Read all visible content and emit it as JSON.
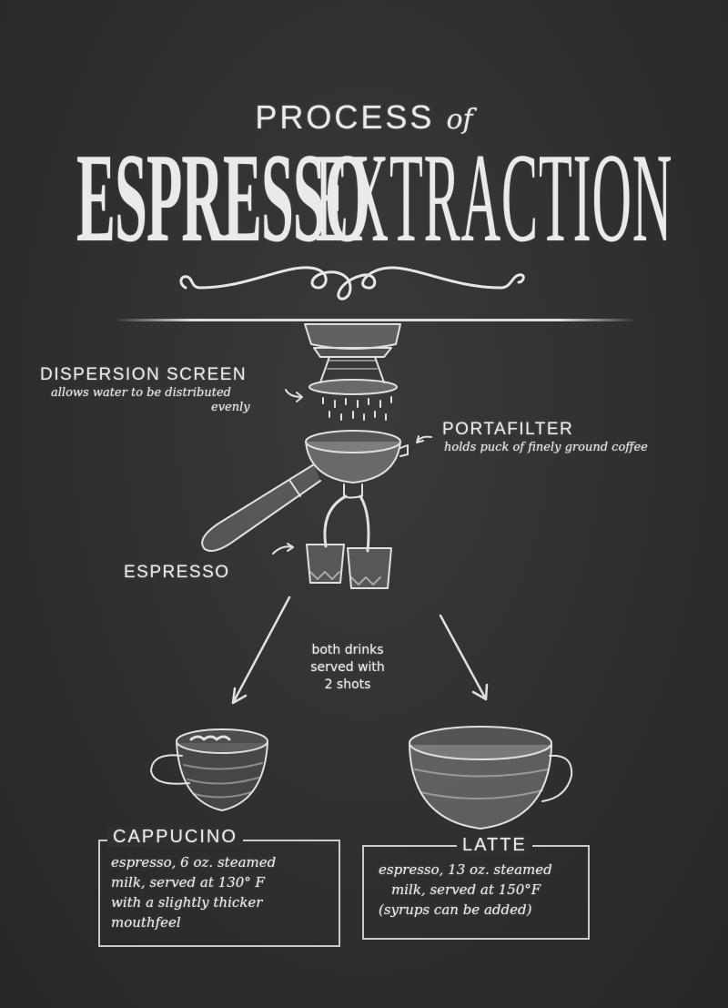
{
  "title": {
    "line1": "PROCESS",
    "line1_suffix": "of",
    "word1": "ESPRESSO",
    "word2": "EXTRACTION"
  },
  "labels": {
    "dispersion_screen": {
      "heading": "DISPERSION SCREEN",
      "description_line1": "allows water to be distributed",
      "description_line2": "evenly"
    },
    "portafilter": {
      "heading": "PORTAFILTER",
      "description": "holds puck of finely ground coffee"
    },
    "espresso": {
      "heading": "ESPRESSO"
    }
  },
  "note": {
    "line1": "both drinks",
    "line2": "served with",
    "line3": "2 shots"
  },
  "drinks": [
    {
      "name": "CAPPUCINO",
      "lines": [
        "espresso, 6 oz. steamed",
        "milk, served at 130° F",
        "with a slightly thicker",
        "mouthfeel"
      ]
    },
    {
      "name": "LATTE",
      "lines": [
        "espresso, 13 oz. steamed",
        "milk, served at 150°F",
        "(syrups can be added)"
      ]
    }
  ],
  "colors": {
    "chalkboard": "#2e2e2e",
    "chalk": "#eaeaea"
  }
}
